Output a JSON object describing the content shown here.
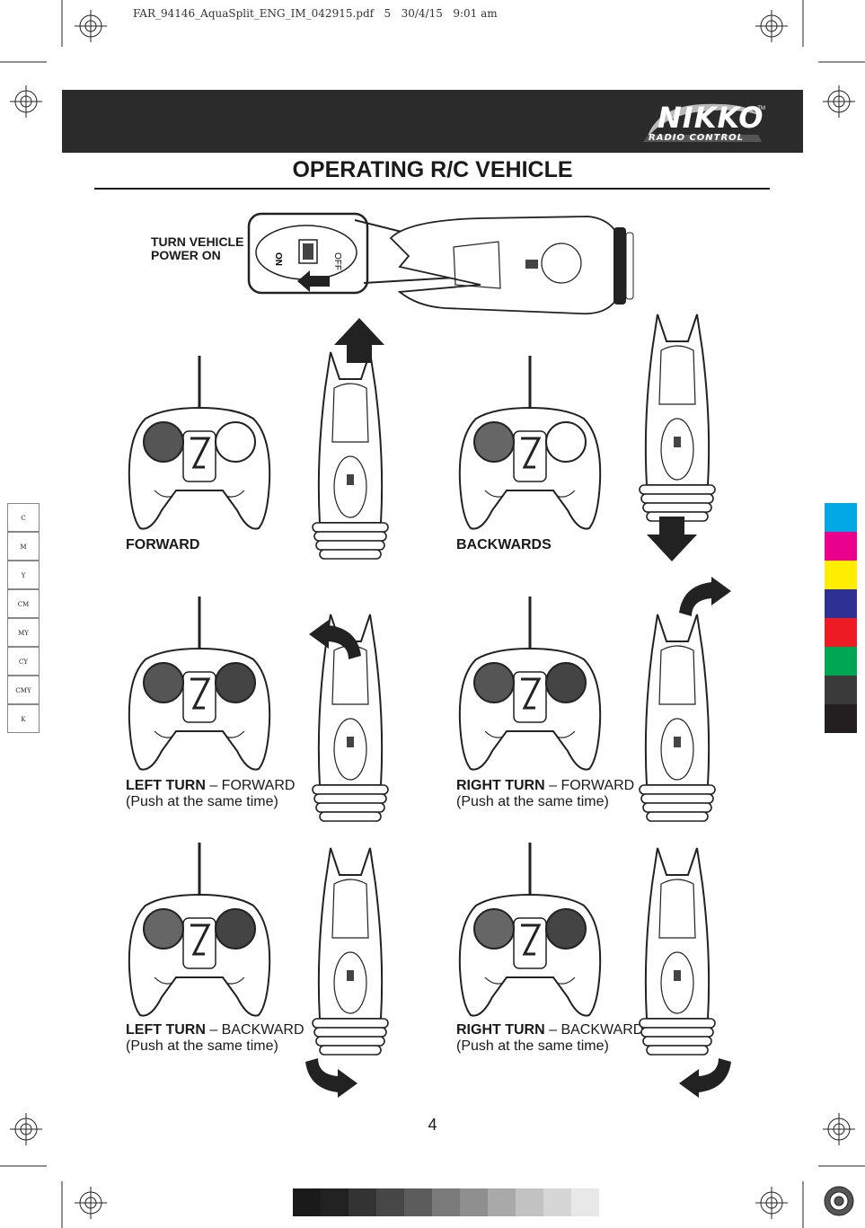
{
  "slug": "FAR_94146_AquaSplit_ENG_IM_042915.pdf   5   30/4/15   9:01 am",
  "brand": {
    "logo": "NIKKO",
    "tagline": "RADIO CONTROL",
    "tm": "TM"
  },
  "title": "OPERATING R/C VEHICLE",
  "power": {
    "line1": "TURN VEHICLE",
    "line2": "POWER ON",
    "switch_on": "ON",
    "switch_off": "OFF"
  },
  "steps": {
    "forward": {
      "label": "FORWARD"
    },
    "backwards": {
      "label": "BACKWARDS"
    },
    "left_forward": {
      "bold": "LEFT TURN",
      "rest": " – FORWARD",
      "note": "(Push at the same time)"
    },
    "right_forward": {
      "bold": "RIGHT TURN",
      "rest": " – FORWARD",
      "note": "(Push at the same time)"
    },
    "left_backward": {
      "bold": "LEFT TURN",
      "rest": " – BACKWARD",
      "note": "(Push at the same time)"
    },
    "right_backward": {
      "bold": "RIGHT TURN",
      "rest": " – BACKWARD",
      "note": "(Push at the same time)"
    }
  },
  "page_number": "4",
  "color_bar": {
    "left": [
      {
        "label": "C",
        "color": "#ffffff"
      },
      {
        "label": "M",
        "color": "#ffffff"
      },
      {
        "label": "Y",
        "color": "#ffffff"
      },
      {
        "label": "CM",
        "color": "#ffffff"
      },
      {
        "label": "MY",
        "color": "#ffffff"
      },
      {
        "label": "CY",
        "color": "#ffffff"
      },
      {
        "label": "CMY",
        "color": "#ffffff"
      },
      {
        "label": "K",
        "color": "#ffffff"
      }
    ],
    "right": [
      "#00a9e6",
      "#ea008c",
      "#ffee00",
      "#2e3092",
      "#ed1c24",
      "#00a651",
      "#3a3a3a",
      "#231f20"
    ]
  },
  "gray_strip": [
    "#1a1a1a",
    "#222222",
    "#333333",
    "#474747",
    "#5c5c5c",
    "#7a7a7a",
    "#8f8f8f",
    "#a9a9a9",
    "#c2c2c2",
    "#d6d6d6",
    "#e8e8e8"
  ]
}
